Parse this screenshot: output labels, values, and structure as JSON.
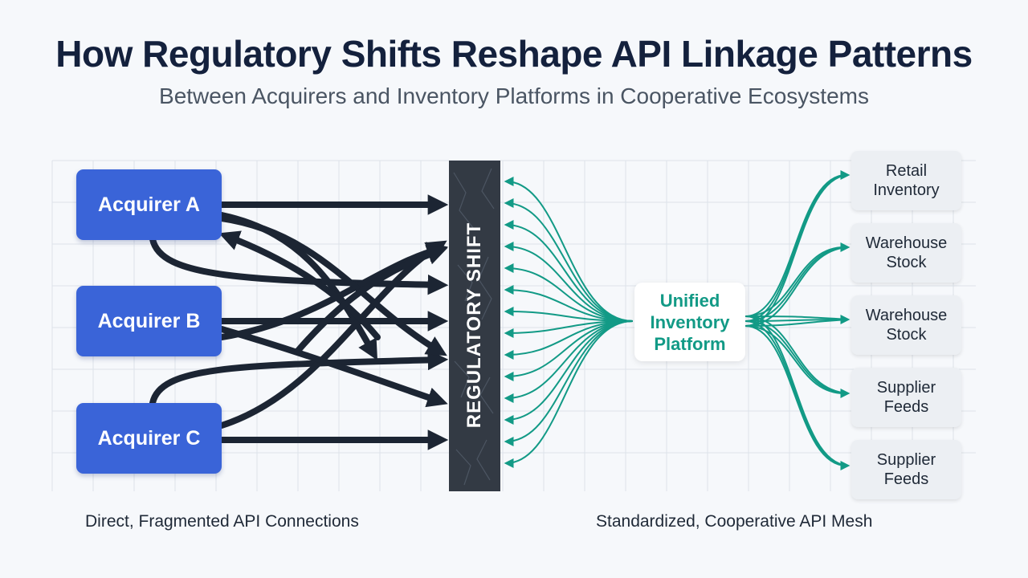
{
  "title": "How Regulatory Shifts Reshape API Linkage Patterns",
  "subtitle": "Between Acquirers and Inventory Platforms in Cooperative Ecosystems",
  "acquirers": [
    {
      "label": "Acquirer A"
    },
    {
      "label": "Acquirer B"
    },
    {
      "label": "Acquirer C"
    }
  ],
  "barrier": {
    "label": "REGULATORY SHIFT"
  },
  "platform": {
    "line1": "Unified",
    "line2": "Inventory",
    "line3": "Platform"
  },
  "targets": [
    {
      "line1": "Retail",
      "line2": "Inventory"
    },
    {
      "line1": "Warehouse",
      "line2": "Stock"
    },
    {
      "line1": "Warehouse",
      "line2": "Stock"
    },
    {
      "line1": "Supplier",
      "line2": "Feeds"
    },
    {
      "line1": "Supplier",
      "line2": "Feeds"
    }
  ],
  "captions": {
    "left": "Direct, Fragmented API Connections",
    "right": "Standardized, Cooperative API Mesh"
  },
  "colors": {
    "acquirer": "#3a64d8",
    "barrier": "#333a44",
    "dark_arrow": "#1c2533",
    "mesh": "#129a86",
    "title": "#14213d"
  }
}
